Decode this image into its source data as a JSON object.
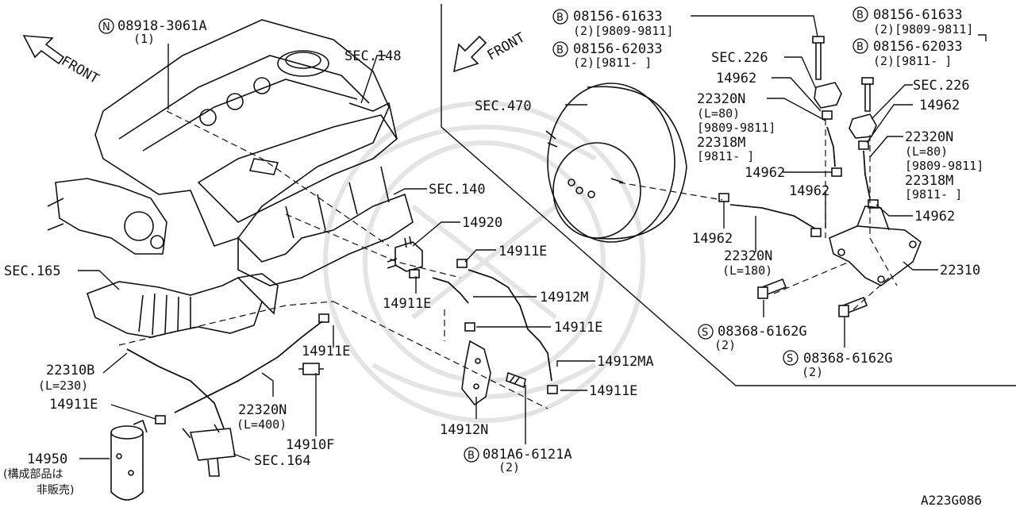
{
  "labels": {
    "front_left": "FRONT",
    "front_right": "FRONT",
    "n_code": "08918-3061A",
    "n_qty": "(1)",
    "sec148": "SEC.148",
    "sec140": "SEC.140",
    "sec165": "SEC.165",
    "sec164": "SEC.164",
    "sec470": "SEC.470",
    "sec226_a": "SEC.226",
    "sec226_b": "SEC.226",
    "p14920": "14920",
    "p14911e_1": "14911E",
    "p14911e_2": "14911E",
    "p14911e_3": "14911E",
    "p14911e_4": "14911E",
    "p14911e_5": "14911E",
    "p14911e_6": "14911E",
    "p14912m": "14912M",
    "p14912ma": "14912MA",
    "p14912n": "14912N",
    "p14910f": "14910F",
    "p22310b": "22310B",
    "p22310b_l": "(L=230)",
    "p22320n_400": "22320N",
    "p22320n_400_l": "(L=400)",
    "p14950": "14950",
    "p14950_note1": "(構成部品は",
    "p14950_note2": "非販売)",
    "b081a6": "081A6-6121A",
    "b081a6_qty": "(2)",
    "b08156_61633_l": "08156-61633",
    "b08156_61633_l_q": "(2)[9809-9811]",
    "b08156_62033_l": "08156-62033",
    "b08156_62033_l_q": "(2)[9811-  ]",
    "b08156_61633_r": "08156-61633",
    "b08156_61633_r_q": "(2)[9809-9811]",
    "b08156_62033_r": "08156-62033",
    "b08156_62033_r_q": "(2)[9811-  ]",
    "p14962_1": "14962",
    "p14962_2": "14962",
    "p14962_3": "14962",
    "p14962_4": "14962",
    "p14962_5": "14962",
    "p14962_6": "14962",
    "p22320n_l1": "22320N",
    "p22320n_l1_a": "(L=80)",
    "p22320n_l1_b": "[9809-9811]",
    "p22318m_l": "22318M",
    "p22318m_l_a": "[9811-  ]",
    "p22320n_r1": "22320N",
    "p22320n_r1_a": "(L=80)",
    "p22320n_r1_b": "[9809-9811]",
    "p22318m_r": "22318M",
    "p22318m_r_a": "[9811-  ]",
    "p22320n_180": "22320N",
    "p22320n_180_l": "(L=180)",
    "p22310": "22310",
    "s08368_1": "08368-6162G",
    "s08368_1_q": "(2)",
    "s08368_2": "08368-6162G",
    "s08368_2_q": "(2)",
    "diagram_id": "A223G086"
  },
  "symbols": {
    "n": "N",
    "b": "B",
    "s": "S"
  }
}
